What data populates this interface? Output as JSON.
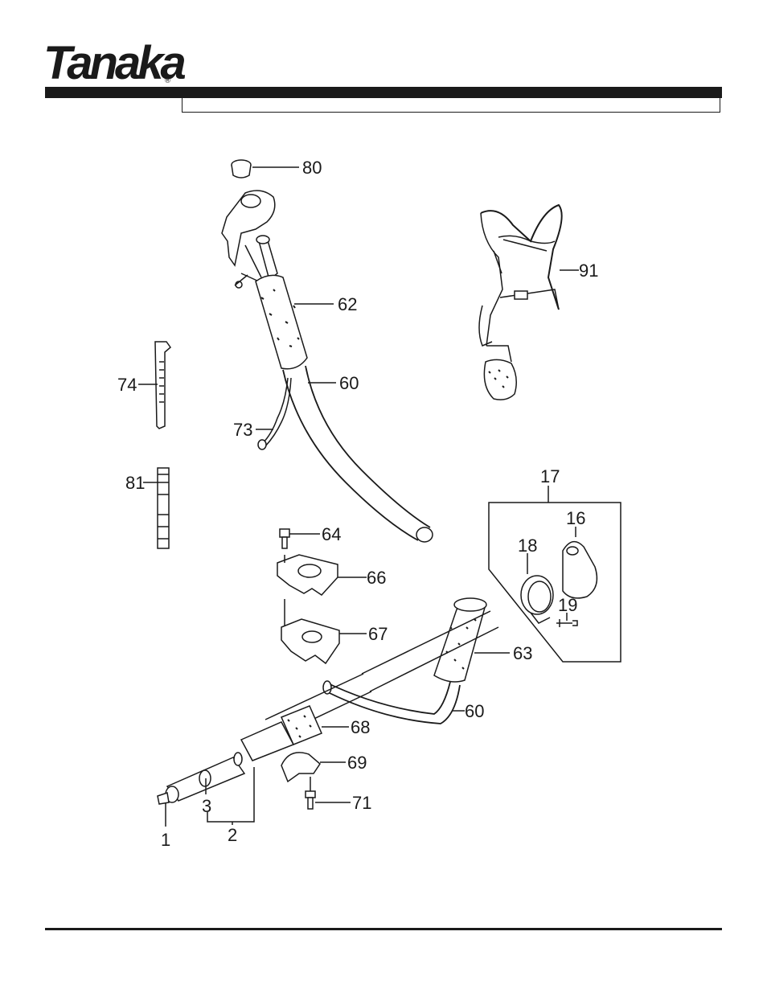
{
  "brand": {
    "name": "Tanaka",
    "registered": "®"
  },
  "callouts": {
    "c80": "80",
    "c62": "62",
    "c60a": "60",
    "c73": "73",
    "c74": "74",
    "c81": "81",
    "c91": "91",
    "c64": "64",
    "c66": "66",
    "c67": "67",
    "c17": "17",
    "c16": "16",
    "c18": "18",
    "c19": "19",
    "c63": "63",
    "c60b": "60",
    "c68": "68",
    "c69": "69",
    "c71": "71",
    "c1": "1",
    "c3": "3",
    "c2": "2"
  }
}
